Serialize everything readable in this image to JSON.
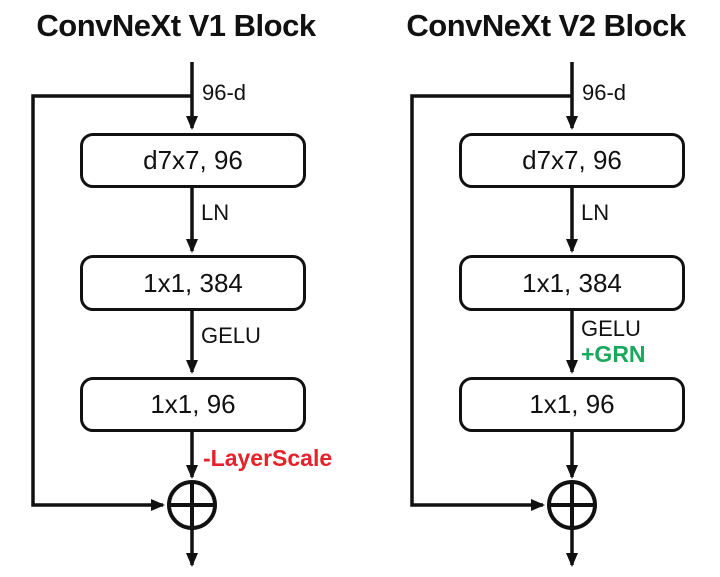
{
  "figure": {
    "background_color": "#ffffff",
    "description_colors": {
      "stroke_black": "#111111",
      "layerscale_red": "#e62129",
      "grn_green": "#19a85c"
    },
    "icons": {
      "sum_node": "circle-plus-operator"
    }
  },
  "v1": {
    "title": "ConvNeXt V1 Block",
    "input_dim_label": "96-d",
    "box_dwconv": "d7x7, 96",
    "norm_label": "LN",
    "box_pwconv1": "1x1, 384",
    "activation_label": "GELU",
    "removed_label": "-LayerScale",
    "box_pwconv2": "1x1, 96"
  },
  "v2": {
    "title": "ConvNeXt V2 Block",
    "input_dim_label": "96-d",
    "box_dwconv": "d7x7, 96",
    "norm_label": "LN",
    "box_pwconv1": "1x1, 384",
    "activation_label": "GELU",
    "added_label": "+GRN",
    "box_pwconv2": "1x1, 96"
  }
}
